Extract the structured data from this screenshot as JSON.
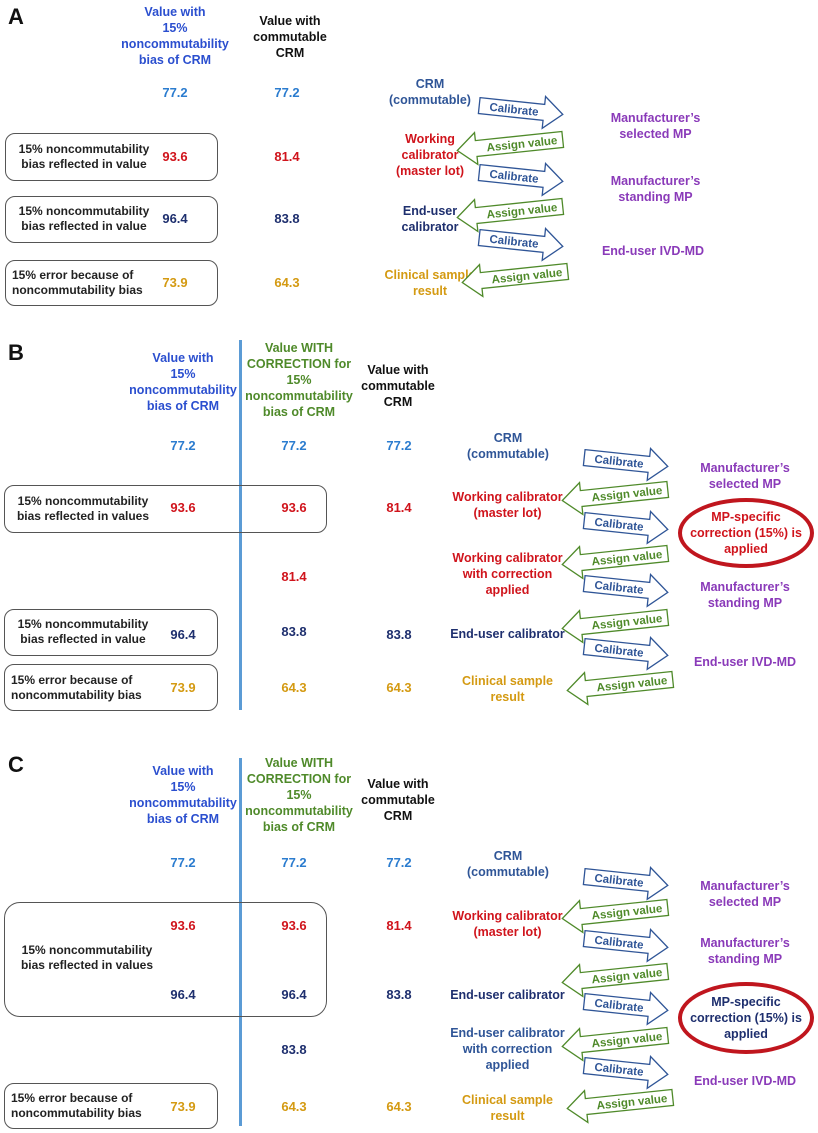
{
  "colors": {
    "header_blue": "#2b4fcf",
    "header_green": "#4f8a2a",
    "crm_value_blue": "#2b7ccf",
    "working_calibrator_red": "#d0141c",
    "end_user_navy": "#1e2f6e",
    "clinical_gold": "#d49a12",
    "mp_purple": "#8a3ab9",
    "calibrate_arrow": "#2f5597",
    "assign_arrow": "#4f8a2a",
    "correction_ellipse": "#c0161e",
    "divider_line": "#5b9bd5"
  },
  "arrows": {
    "calibrate_label": "Calibrate",
    "assign_label": "Assign value",
    "calibrate_icon": "right-block-arrow",
    "assign_icon": "left-block-arrow"
  },
  "panel_a": {
    "letter": "A",
    "headers": {
      "biased": "Value with\n15%\nnoncommutability\nbias of CRM",
      "commutable": "Value with\ncommutable\nCRM"
    },
    "rows": [
      {
        "biased": "77.2",
        "commutable": "77.2",
        "label": "CRM\n(commutable)"
      },
      {
        "biased": "93.6",
        "commutable": "81.4",
        "label": "Working\ncalibrator\n(master lot)",
        "note": "15%  noncommutability\nbias reflected in value"
      },
      {
        "biased": "96.4",
        "commutable": "83.8",
        "label": "End-user\ncalibrator",
        "note": "15% noncommutability\nbias reflected in value"
      },
      {
        "biased": "73.9",
        "commutable": "64.3",
        "label": "Clinical sample\nresult",
        "note": "15% error because of\nnoncommutability bias"
      }
    ],
    "procedures": [
      "Manufacturer’s\nselected MP",
      "Manufacturer’s\nstanding MP",
      "End-user IVD-MD"
    ]
  },
  "panel_b": {
    "letter": "B",
    "headers": {
      "biased": "Value with\n15%\nnoncommutability\nbias of CRM",
      "corrected": "Value WITH\nCORRECTION for\n15%\nnoncommutability\nbias of CRM",
      "commutable": "Value with\ncommutable\nCRM"
    },
    "rows": [
      {
        "biased": "77.2",
        "corrected": "77.2",
        "commutable": "77.2",
        "label": "CRM\n(commutable)"
      },
      {
        "biased": "93.6",
        "corrected": "93.6",
        "commutable": "81.4",
        "label": "Working calibrator\n(master lot)"
      },
      {
        "corrected": "81.4",
        "label": "Working calibrator\nwith correction\napplied"
      },
      {
        "biased": "96.4",
        "corrected": "83.8",
        "commutable": "83.8",
        "label": "End-user calibrator"
      },
      {
        "biased": "73.9",
        "corrected": "64.3",
        "commutable": "64.3",
        "label": "Clinical sample\nresult"
      }
    ],
    "notes": [
      "15%  noncommutability\nbias reflected in values",
      "15%  noncommutability\nbias reflected in value",
      "15% error because of\nnoncommutability bias"
    ],
    "procedures": [
      "Manufacturer’s\nselected MP",
      "Manufacturer’s\nstanding MP",
      "End-user IVD-MD"
    ],
    "correction": "MP-specific\ncorrection (15%) is\napplied"
  },
  "panel_c": {
    "letter": "C",
    "headers": {
      "biased": "Value with\n15%\nnoncommutability\nbias of CRM",
      "corrected": "Value WITH\nCORRECTION for\n15%\nnoncommutability\nbias of CRM",
      "commutable": "Value with\ncommutable\nCRM"
    },
    "rows": [
      {
        "biased": "77.2",
        "corrected": "77.2",
        "commutable": "77.2",
        "label": "CRM\n(commutable)"
      },
      {
        "biased": "93.6",
        "corrected": "93.6",
        "commutable": "81.4",
        "label": "Working calibrator\n(master lot)"
      },
      {
        "biased": "96.4",
        "corrected": "96.4",
        "commutable": "83.8",
        "label": "End-user calibrator"
      },
      {
        "corrected": "83.8",
        "label": "End-user calibrator\nwith correction\napplied"
      },
      {
        "biased": "73.9",
        "corrected": "64.3",
        "commutable": "64.3",
        "label": "Clinical sample\nresult"
      }
    ],
    "notes": [
      "15% noncommutability\nbias reflected in values",
      "15% error because of\nnoncommutability bias"
    ],
    "procedures": [
      "Manufacturer’s\nselected MP",
      "Manufacturer’s\nstanding MP",
      "End-user IVD-MD"
    ],
    "correction": "MP-specific\ncorrection (15%) is\napplied"
  }
}
